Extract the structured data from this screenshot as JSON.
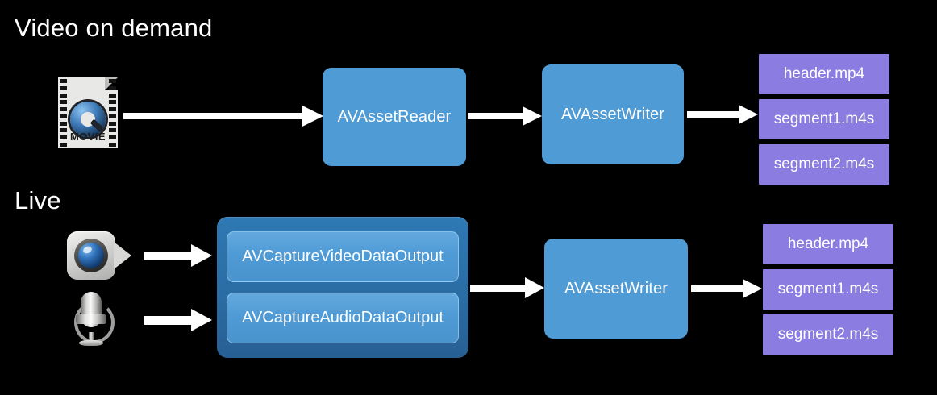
{
  "canvas": {
    "background_color": "#000000",
    "node_color": "#4f9bd6",
    "chip_color": "#8a7ce0",
    "group_color": "#2a6ea6",
    "arrow_color": "#ffffff",
    "text_color": "#ffffff"
  },
  "sections": {
    "vod": {
      "title": "Video on demand",
      "source_icon": "quicktime-movie-file-icon",
      "source_icon_label": "MOVIE",
      "nodes": [
        {
          "label": "AVAssetReader"
        },
        {
          "label": "AVAssetWriter"
        }
      ],
      "outputs": [
        {
          "label": "header.mp4"
        },
        {
          "label": "segment1.m4s"
        },
        {
          "label": "segment2.m4s"
        }
      ]
    },
    "live": {
      "title": "Live",
      "sources": [
        {
          "icon": "video-camera-icon"
        },
        {
          "icon": "microphone-icon"
        }
      ],
      "capture_group": {
        "children": [
          {
            "label": "AVCaptureVideoDataOutput"
          },
          {
            "label": "AVCaptureAudioDataOutput"
          }
        ]
      },
      "nodes": [
        {
          "label": "AVAssetWriter"
        }
      ],
      "outputs": [
        {
          "label": "header.mp4"
        },
        {
          "label": "segment1.m4s"
        },
        {
          "label": "segment2.m4s"
        }
      ]
    }
  }
}
